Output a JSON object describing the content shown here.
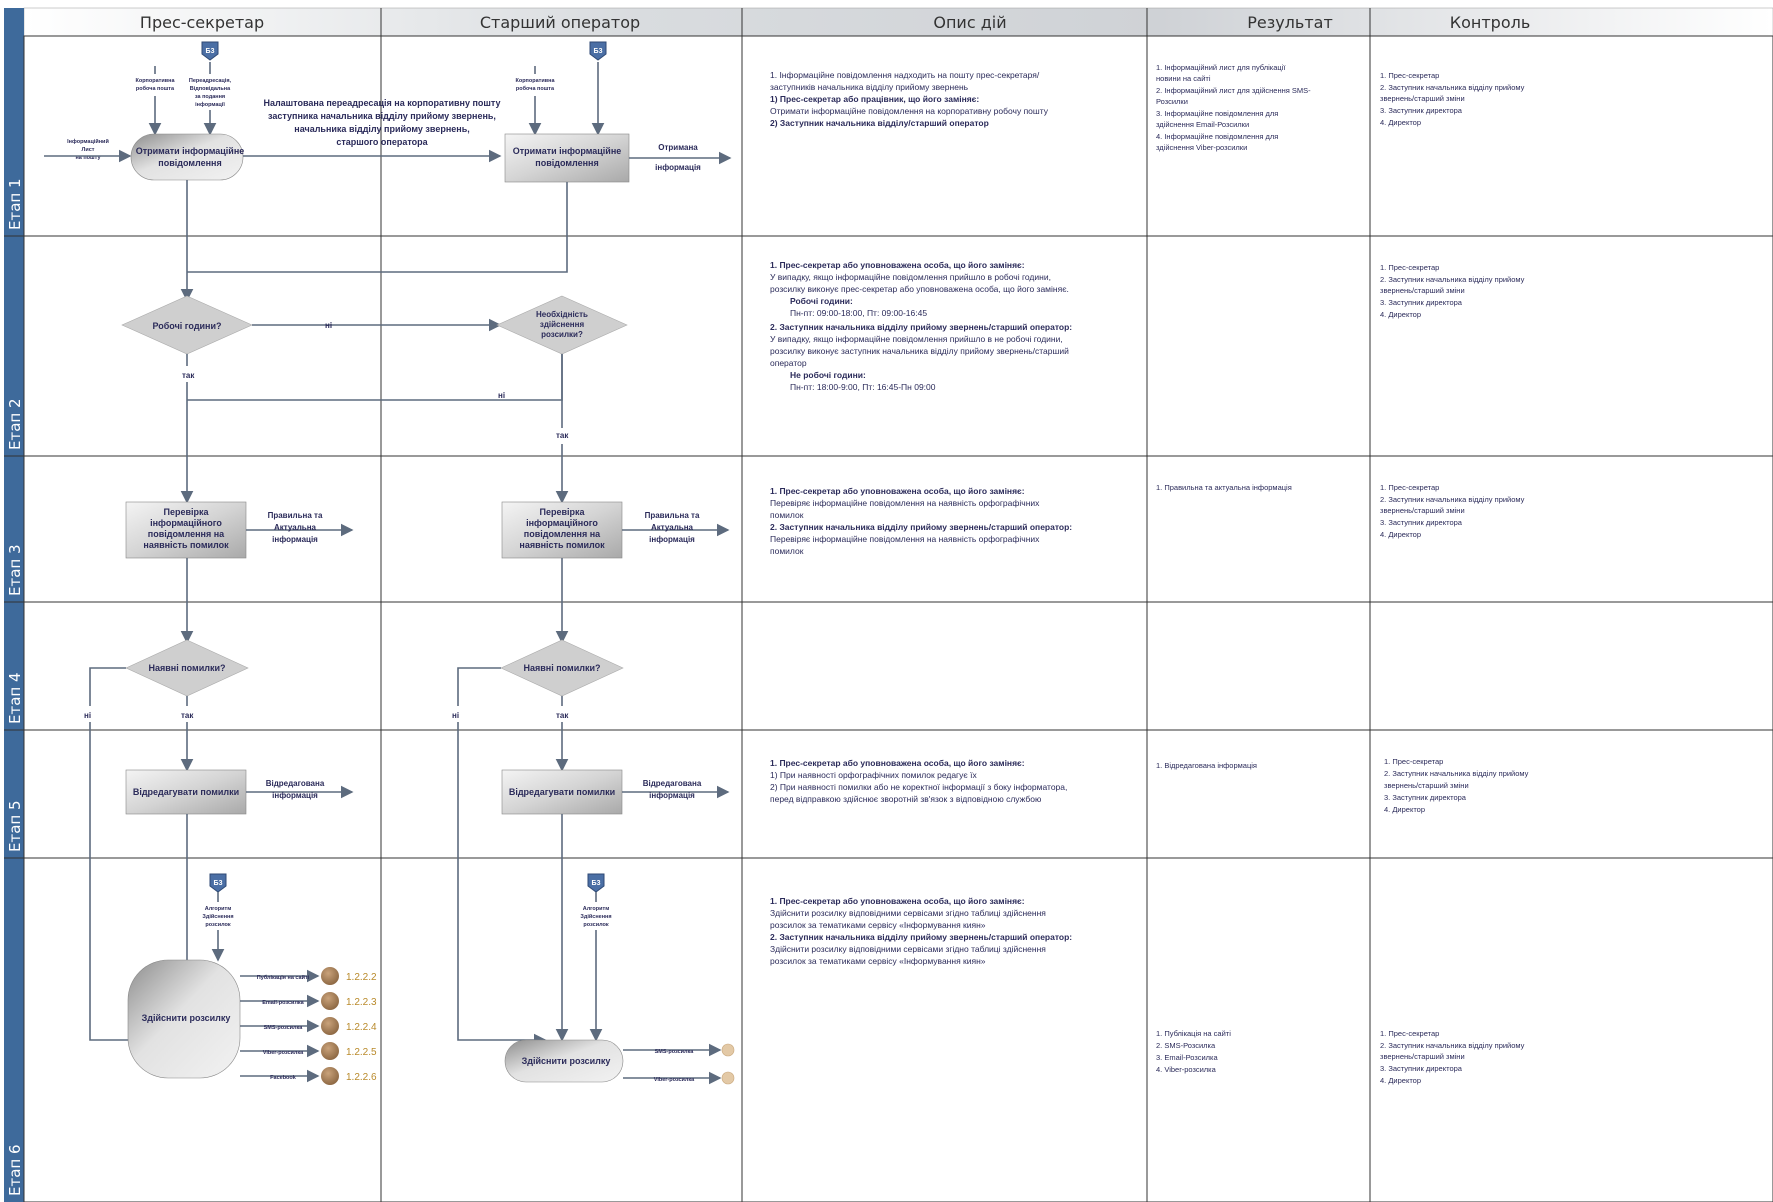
{
  "columns": {
    "press": "Прес-секретар",
    "operator": "Старший оператор",
    "description": "Опис дій",
    "result": "Результат",
    "control": "Контроль"
  },
  "stages": [
    "Етап 1",
    "Етап 2",
    "Етап 3",
    "Етап 4",
    "Етап 5",
    "Етап 6"
  ],
  "badge": "Б3",
  "stage1": {
    "corp_hours": "Корпоративна робоча пошта",
    "redirect": "Переадресація, Відповідальна за подання інформації",
    "inbound": "Інформаційний Лист на пошту",
    "press_task": "Отримати інформаційне повідомлення",
    "redirect_note": "Налаштована переадресація на корпоративну пошту заступника начальника відділу прийому звернень, начальника відділу прийому звернень, старшого оператора",
    "operator_corp": "Корпоративна робоча пошта",
    "operator_task": "Отримати інформаційне повідомлення",
    "operator_out": "Отримана інформація",
    "desc": [
      "1. Інформаційне повідомлення надходить на пошту прес-секретаря/",
      "заступників начальника відділу прийому звернень",
      "1)  Прес-секретар або працівник, що його заміняє:",
      "Отримати інформаційне повідомлення на корпоративну робочу пошту",
      "2)  Заступник начальника відділу/старший оператор"
    ],
    "result": [
      "1. Інформаційний лист для публікації",
      "новини на сайті",
      "2. Інформаційний лист для здійснення SMS-",
      "Розсилки",
      "3. Інформаційне повідомлення для",
      "здійснення Email-Розсилки",
      "4. Інформаційне повідомлення для",
      "здійснення Viber-розсилки"
    ],
    "control": [
      "1. Прес-секретар",
      "2. Заступник начальника відділу прийому",
      "звернень/старший зміни",
      "3. Заступник директора",
      "4. Директор"
    ]
  },
  "stage2": {
    "press_decision": "Робочі години?",
    "no": "ні",
    "yes": "так",
    "operator_decision": "Необхідність здійснення розсилки?",
    "desc": [
      "1. Прес-секретар або уповноважена особа, що його заміняє:",
      "У випадку, якщо інформаційне повідомлення прийшло в робочі години,",
      "розсилку виконує прес-секретар або уповноважена особа, що його заміняє.",
      "Робочі години:",
      "Пн-пт: 09:00-18:00, Пт: 09:00-16:45",
      "2. Заступник начальника відділу прийому звернень/старший оператор:",
      "У випадку, якщо інформаційне повідомлення прийшло в не робочі години,",
      "розсилку виконує заступник начальника відділу прийому звернень/старший",
      "оператор",
      "Не робочі години:",
      "Пн-пт: 18:00-9:00, Пт: 16:45-Пн 09:00"
    ],
    "control": [
      "1. Прес-секретар",
      "2. Заступник начальника відділу прийому",
      "звернень/старший зміни",
      "3. Заступник директора",
      "4. Директор"
    ]
  },
  "stage3": {
    "press_task": "Перевірка інформаційного повідомлення на наявність помилок",
    "press_out": "Правильна та Актуальна інформація",
    "operator_task": "Перевірка інформаційного повідомлення на наявність помилок",
    "operator_out": "Правильна та Актуальна інформація",
    "desc": [
      "1. Прес-секретар або уповноважена особа, що його заміняє:",
      "Перевіряє інформаційне повідомлення на наявність орфографічних",
      "помилок",
      "2. Заступник начальника відділу прийому звернень/старший оператор:",
      "Перевіряє інформаційне повідомлення на наявність орфографічних",
      "помилок"
    ],
    "result": [
      "1. Правильна та актуальна інформація"
    ],
    "control": [
      "1. Прес-секретар",
      "2. Заступник начальника відділу прийому",
      "звернень/старший зміни",
      "3. Заступник директора",
      "4. Директор"
    ]
  },
  "stage4": {
    "press_decision": "Наявні помилки?",
    "operator_decision": "Наявні помилки?"
  },
  "stage5": {
    "press_task": "Відредагувати помилки",
    "press_out": "Відредагована інформація",
    "operator_task": "Відредагувати помилки",
    "operator_out": "Відредагована інформація",
    "desc": [
      "1. Прес-секретар або уповноважена особа, що його заміняє:",
      "1)  При наявності орфографічних помилок редагує їх",
      "2) При наявності помилки або не коректної інформації з боку інформатора,",
      "перед відправкою здійснює зворотній зв'язок з відповідною службою"
    ],
    "result": [
      "1. Відредагована інформація"
    ],
    "control": [
      "1. Прес-секретар",
      "2. Заступник начальника відділу прийому",
      "звернень/старший зміни",
      "3. Заступник директора",
      "4. Директор"
    ]
  },
  "stage6": {
    "press_note": "Алгоритм Здійснення розсилок",
    "press_task": "Здійснити розсилку",
    "outputs": [
      {
        "label": "Публікація на сайті",
        "ref": "1.2.2.2"
      },
      {
        "label": "Email-розсилка",
        "ref": "1.2.2.3"
      },
      {
        "label": "SMS-розсилка",
        "ref": "1.2.2.4"
      },
      {
        "label": "Viber-розсилка",
        "ref": "1.2.2.5"
      },
      {
        "label": "Facebook",
        "ref": "1.2.2.6"
      }
    ],
    "operator_note": "Алгоритм Здійснення розсилок",
    "operator_task": "Здійснити розсилку",
    "operator_outputs": [
      "SMS-розсилка",
      "Viber-розсилка"
    ],
    "desc": [
      "1. Прес-секретар або уповноважена особа, що його заміняє:",
      "Здійснити розсилку відповідними сервісами згідно таблиці здійснення",
      "розсилок за тематиками сервісу «Інформування киян»",
      "2. Заступник начальника відділу прийому звернень/старший оператор:",
      "Здійснити розсилку відповідними сервісами згідно таблиці здійснення",
      "розсилок за тематиками сервісу «Інформування киян»"
    ],
    "result": [
      "1. Публікація на сайті",
      "2. SMS-Розсилка",
      "3. Email-Розсилка",
      "4. Viber-розсилка"
    ],
    "control": [
      "1. Прес-секретар",
      "2. Заступник начальника відділу прийому",
      "звернень/старший зміни",
      "3. Заступник директора",
      "4. Директор"
    ]
  }
}
